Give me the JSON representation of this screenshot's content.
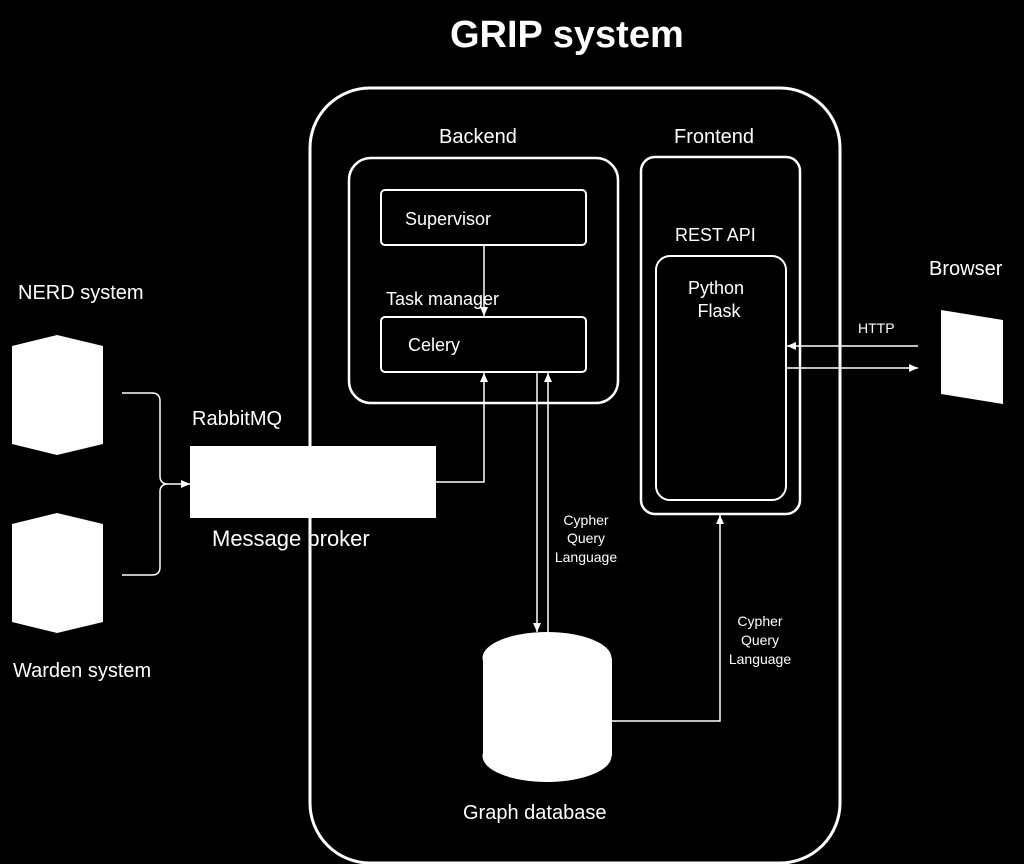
{
  "title": "GRIP system",
  "grip": {
    "backend": {
      "label": "Backend",
      "supervisor": "Supervisor",
      "task_manager": "Task manager",
      "celery": "Celery"
    },
    "frontend": {
      "label": "Frontend",
      "rest_api": "REST API",
      "python_flask_line1": "Python",
      "python_flask_line2": "Flask"
    },
    "graph_database": "Graph database"
  },
  "external": {
    "nerd_system": "NERD system",
    "warden_system": "Warden system",
    "rabbitmq": "RabbitMQ",
    "message_broker": "Message broker",
    "browser": "Browser"
  },
  "edges": {
    "http": "HTTP",
    "cypher_backend": [
      "Cypher",
      "Query",
      "Language"
    ],
    "cypher_frontend": [
      "Cypher",
      "Query",
      "Language"
    ]
  }
}
